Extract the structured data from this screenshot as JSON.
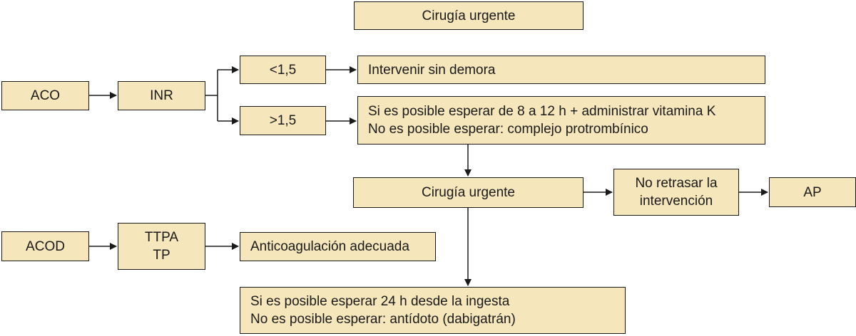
{
  "top": {
    "title": "Cirugía urgente"
  },
  "aco": {
    "label": "ACO",
    "inr_label": "INR",
    "low_label": "<1,5",
    "high_label": ">1,5",
    "low_action": "Intervenir sin demora",
    "high_action_line1": "Si es posible esperar de 8 a 12 h + administrar vitamina K",
    "high_action_line2": "No es posible esperar: complejo protrombínico"
  },
  "middle": {
    "surgery_label": "Cirugía urgente",
    "no_delay_line1": "No retrasar la",
    "no_delay_line2": "intervención",
    "ap_label": "AP"
  },
  "acod": {
    "label": "ACOD",
    "ttpa_label": "TTPA",
    "tp_label": "TP",
    "adequate_label": "Anticoagulación adecuada"
  },
  "bottom": {
    "line1": "Si es posible esperar 24 h desde la ingesta",
    "line2": "No es posible esperar: antídoto (dabigatrán)"
  },
  "colors": {
    "box_fill": "#f5e6bb",
    "stroke": "#1a1a1a"
  }
}
